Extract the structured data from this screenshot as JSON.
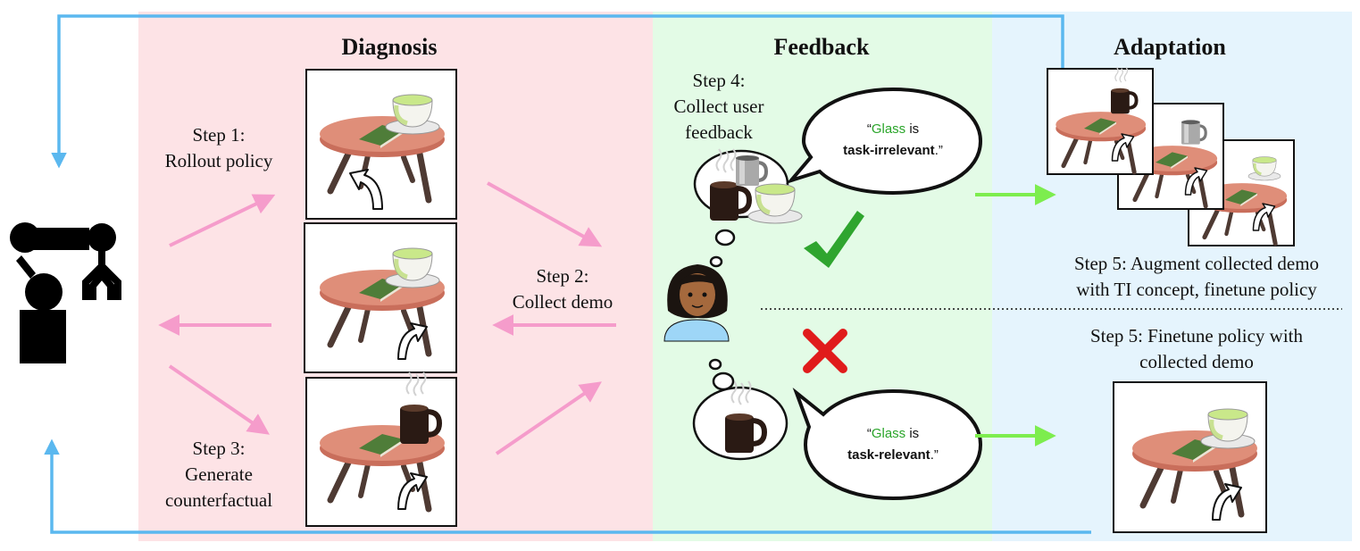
{
  "panels": {
    "diagnosis": {
      "title": "Diagnosis",
      "color": "#fde3e6"
    },
    "feedback": {
      "title": "Feedback",
      "color": "#e3fbe6"
    },
    "adaptation": {
      "title": "Adaptation",
      "color": "#e5f4fd"
    }
  },
  "steps": {
    "step1": [
      "Step 1:",
      "Rollout policy"
    ],
    "step2": [
      "Step 2:",
      "Collect demo"
    ],
    "step3": [
      "Step 3:",
      "Generate",
      "counterfactual"
    ],
    "step4": [
      "Step 4:",
      "Collect user",
      "feedback"
    ],
    "step5_augment": [
      "Step 5: Augment collected demo",
      "with TI concept, finetune policy"
    ],
    "step5_finetune": [
      "Step 5: Finetune policy with",
      "collected demo"
    ]
  },
  "bubbles": {
    "top": {
      "open_quote": "“",
      "object": "Glass",
      "verb": " is",
      "label": "task-irrelevant",
      "close": ".”"
    },
    "bottom": {
      "open_quote": "“",
      "object": "Glass",
      "verb": " is",
      "label": "task-relevant",
      "close": ".”"
    }
  },
  "colors": {
    "pink_arrow": "#f59ccb",
    "green_arrow": "#7ded4e",
    "blue_arrow": "#5bb8ef",
    "check": "#2fa52f",
    "cross": "#e01b1b",
    "table_top": "#df8e79",
    "table_leg": "#4e3a33",
    "book": "#4f7d39",
    "tea": "#c9e88a",
    "coffee_mug": "#2a1a14"
  },
  "icons": [
    "robot-icon",
    "person-icon",
    "checkmark-icon",
    "cross-icon",
    "thought-bubble-icon",
    "speech-bubble-icon",
    "teacup-icon",
    "coffee-mug-icon",
    "metal-cup-icon",
    "table-icon",
    "book-icon",
    "curved-arrow-icon"
  ]
}
